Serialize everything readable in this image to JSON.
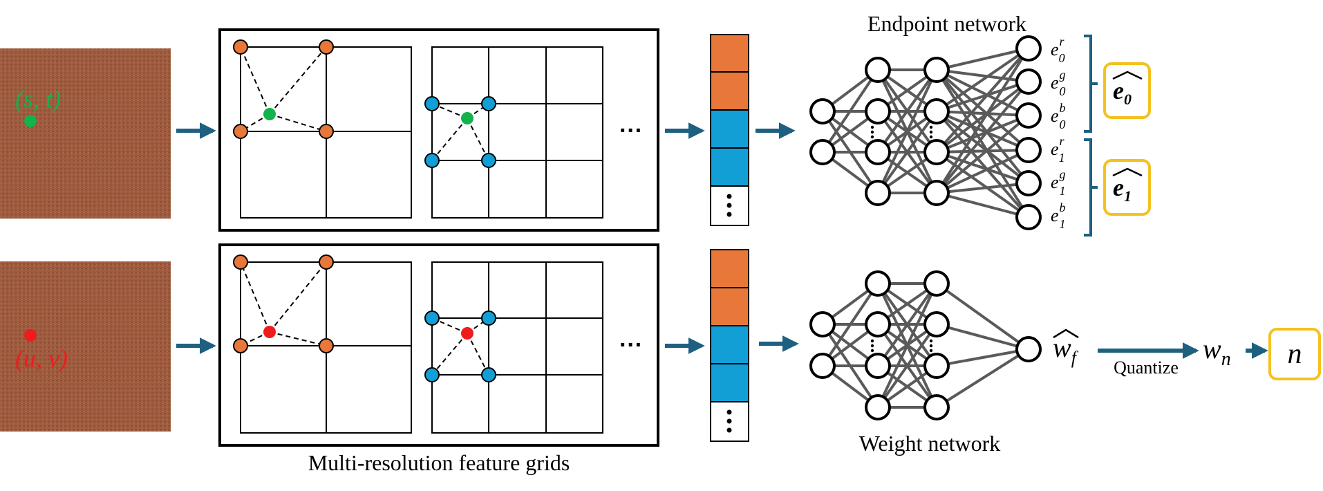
{
  "colors": {
    "texture": "#9e5a3e",
    "orange": "#e8773a",
    "blue": "#129fd6",
    "green": "#12b24c",
    "red": "#ee1c1c",
    "arrow": "#1d6080",
    "edge": "#5a5a5a",
    "bracket": "#1d6080",
    "highlight": "#f4c120"
  },
  "top_row": {
    "coord_label": "(s, t)",
    "endpoint_title": "Endpoint network",
    "outputs": [
      {
        "base": "e",
        "sub": "0",
        "sup": "r"
      },
      {
        "base": "e",
        "sub": "0",
        "sup": "g"
      },
      {
        "base": "e",
        "sub": "0",
        "sup": "b"
      },
      {
        "base": "e",
        "sub": "1",
        "sup": "r"
      },
      {
        "base": "e",
        "sub": "1",
        "sup": "g"
      },
      {
        "base": "e",
        "sub": "1",
        "sup": "b"
      }
    ],
    "group0_label": "e",
    "group0_sub": "0",
    "group1_label": "e",
    "group1_sub": "1"
  },
  "bottom_row": {
    "coord_label": "(u, v)",
    "weight_title": "Weight network",
    "output_label": "w",
    "output_sub": "f",
    "quantize_label": "Quantize",
    "wn_label": "w",
    "wn_sub": "n",
    "n_label": "n"
  },
  "grid_caption": "Multi-resolution feature grids",
  "ellipsis": "···"
}
